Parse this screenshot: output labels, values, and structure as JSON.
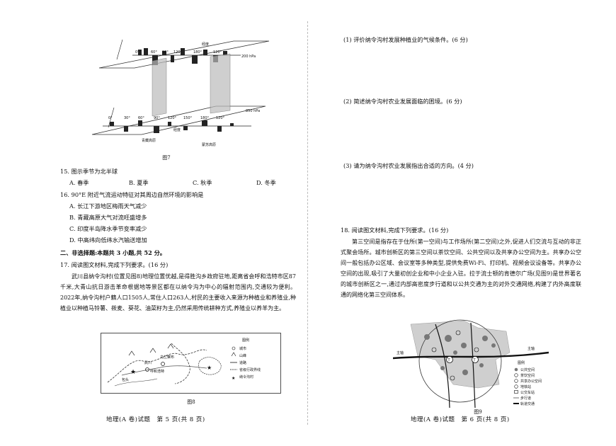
{
  "left": {
    "figure7": {
      "caption": "图7",
      "upper_longitudes": [
        "0°",
        "60°",
        "90°",
        "120°",
        "180°",
        "120°"
      ],
      "upper_axis_label": "经度",
      "upper_pressure": "200 hPa",
      "lower_longitudes": [
        "0°",
        "30°",
        "60°",
        "90°",
        "120°",
        "150°",
        "180°",
        "120°"
      ],
      "lower_axis_label": "经度",
      "lower_pressure": "850 hPa",
      "region1": "青藏高原",
      "region2": "蒙苏高原"
    },
    "q15": {
      "stem": "15. 图示季节为北半球",
      "options": [
        "A. 春季",
        "B. 夏季",
        "C. 秋季",
        "D. 冬季"
      ]
    },
    "q16": {
      "stem": "16. 90°E 附近气流运动特征对其周边自然环境的影响是",
      "options": [
        "A. 长江下游地区梅雨天气减少",
        "B. 青藏高原大气对流旺盛增多",
        "C. 印度半岛降水季节变率减少",
        "D. 中高纬向低纬水汽输送增加"
      ]
    },
    "section2": "二、非选择题:本题共 3 小题,共 52 分。",
    "q17": {
      "stem": "17. 阅读图文材料,完成下列要求。(16 分)",
      "paragraph": "武川县纳令沟村(位置见图8)地理位置优越,是得胜沟乡政府驻地,距离省会呼和浩特市区87千米,大青山抗日游击革命根据地等景区都在以纳令沟为中心的辐射范围内,交通较为便利。2022年,纳令沟村户籍人口1505人,常住人口263人,村民的主要收入来源为种植业和养殖业,种植业以种植马铃薯、莜麦、葵花、油菜籽为主,仍然采用传统耕种方式,养殖业以养羊为主。"
    },
    "figure8": {
      "caption": "图8",
      "legend_title": "图例",
      "legend_items": [
        "城市",
        "山峰",
        "道路",
        "省级行政界线",
        "纳令沟村"
      ],
      "map_labels": [
        "武川",
        "乌兰察布",
        "呼和浩特",
        "包头"
      ]
    },
    "footer": "地理(A 卷)试题　第 5 页(共 8 页)"
  },
  "right": {
    "q17_sub1": "(1) 评价纳令沟村发展种植业的气候条件。(6 分)",
    "q17_sub2": "(2) 简述纳令沟村农业发展面临的困境。(6 分)",
    "q17_sub3": "(3) 请为纳令沟村农业发展指出合适的方向。(4 分)",
    "q18": {
      "stem": "18. 阅读图文材料,完成下列要求。(16 分)",
      "paragraph": "第三空间是指存在于住所(第一空间)与工作场所(第二空间)之外,促进人们交流与互动的非正式聚会场所。城市创新区的第三空间以茶饮空间、公共空间以及共享办公空间为主。共享办公空间一般包括办公区域、会议室等多种类型,提供免费Wi-Fi、打印机、视频会议设备等。共享办公空间的出现,吸引了大量初创企业和中小企业入驻。拉于流士顿的肯德尔广场(见图9)是世界著名的城市创新区之一,通过内部高密度步行道和以公共交通为主的对外交通网络,构建了内外高度联通的网络化第三空间体系。"
    },
    "figure9": {
      "caption": "图9",
      "legend_title": "图例",
      "legend_items": [
        "公共空间",
        "茶饮空间",
        "共享办公空间",
        "地铁站",
        "公交车站",
        "步行道",
        "轨道交通"
      ],
      "map_labels": [
        "主轴",
        "主轴"
      ]
    },
    "footer": "地理(A 卷)试题　第 6 页(共 8 页)"
  }
}
